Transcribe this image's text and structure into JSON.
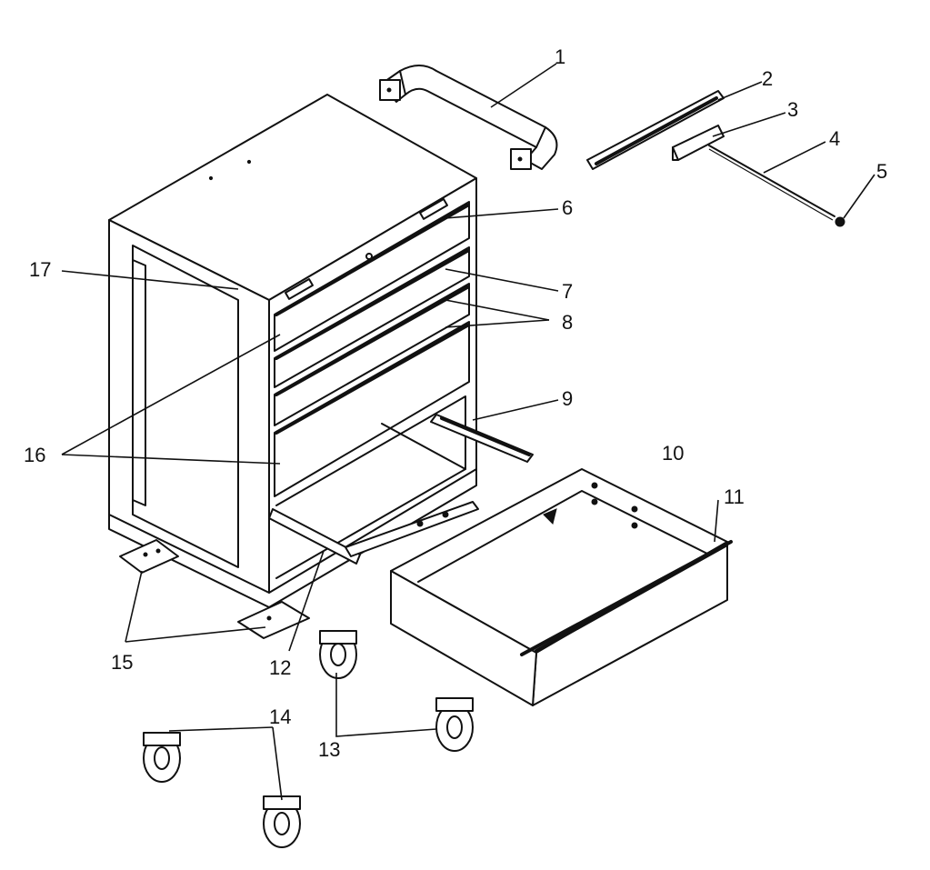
{
  "diagram": {
    "background": "#ffffff",
    "ink_color": "#111111",
    "callouts": [
      {
        "id": "1",
        "text": "1"
      },
      {
        "id": "2",
        "text": "2"
      },
      {
        "id": "3",
        "text": "3"
      },
      {
        "id": "4",
        "text": "4"
      },
      {
        "id": "5",
        "text": "5"
      },
      {
        "id": "6",
        "text": "6"
      },
      {
        "id": "7",
        "text": "7"
      },
      {
        "id": "8",
        "text": "8"
      },
      {
        "id": "9",
        "text": "9"
      },
      {
        "id": "10",
        "text": "10"
      },
      {
        "id": "11",
        "text": "11"
      },
      {
        "id": "12",
        "text": "12"
      },
      {
        "id": "13",
        "text": "13"
      },
      {
        "id": "14",
        "text": "14"
      },
      {
        "id": "15",
        "text": "15"
      },
      {
        "id": "16",
        "text": "16"
      },
      {
        "id": "17",
        "text": "17"
      }
    ]
  }
}
